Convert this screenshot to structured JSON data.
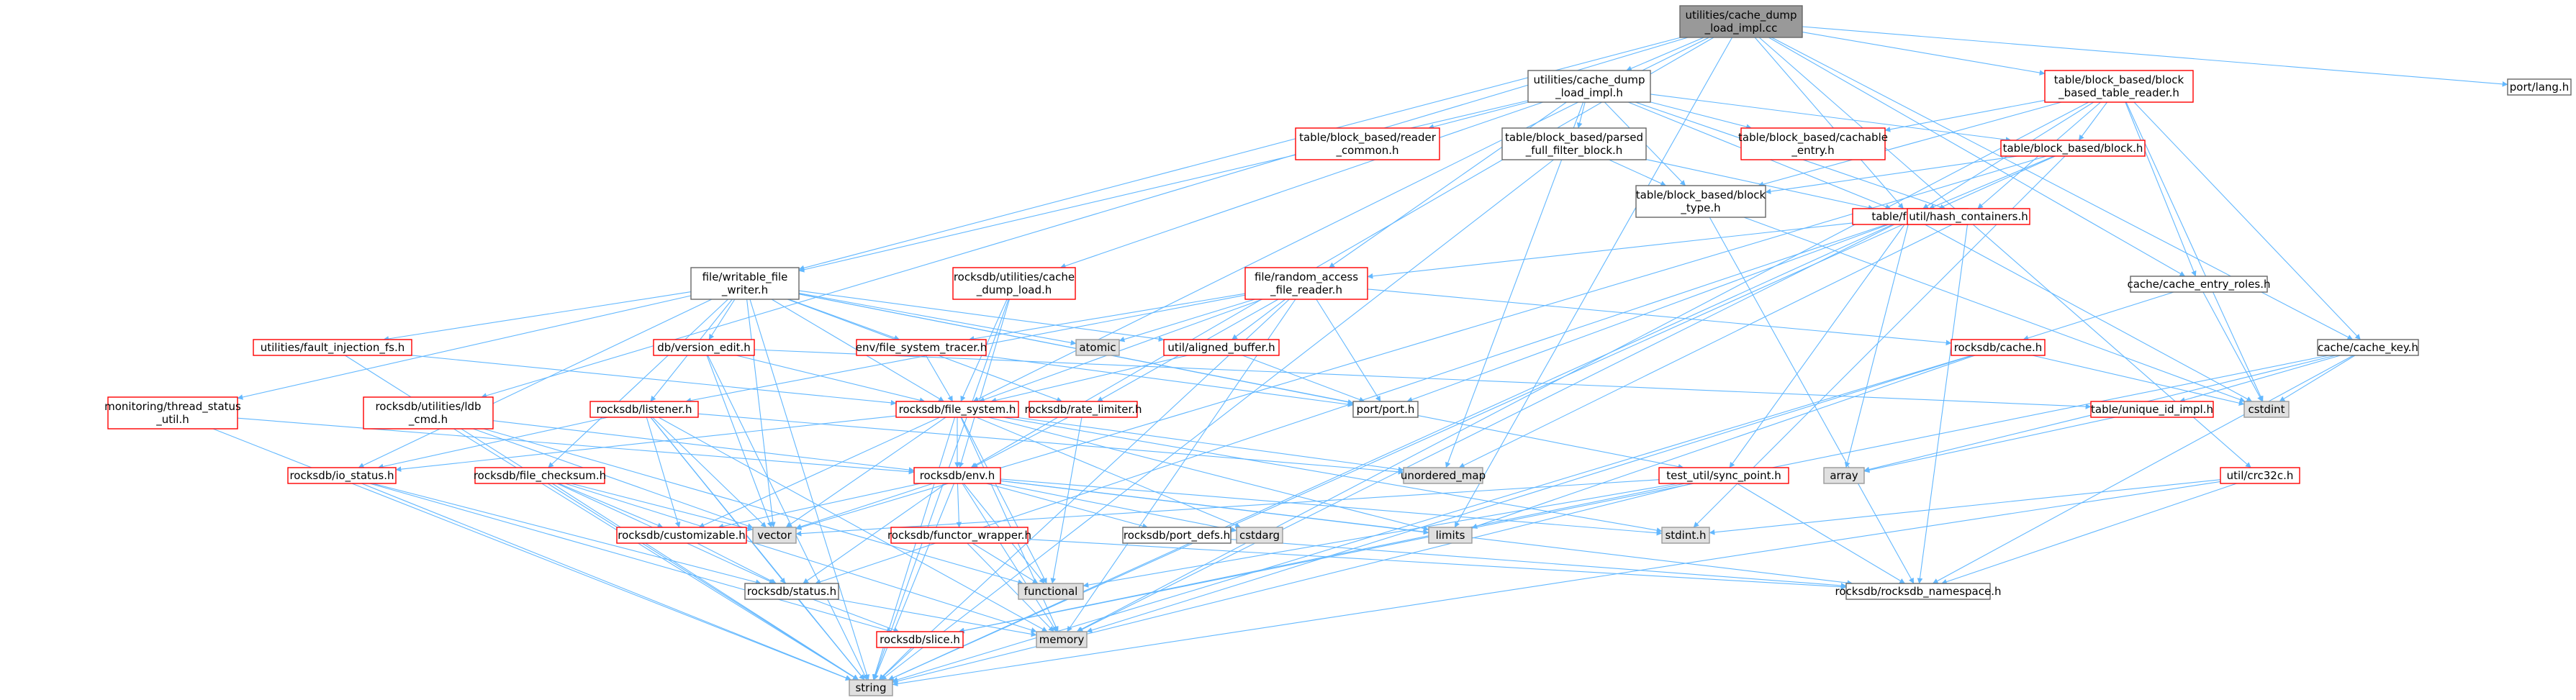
{
  "graph": {
    "root": "utilities/cache_dump_load_impl.cc",
    "colors": {
      "edge": "#63b8ff",
      "root_fill": "#999999",
      "red_border": "#ff0000",
      "gray_border": "#999999",
      "gray_fill": "#e0e0e0",
      "normal_border": "#666666",
      "text_red": "#ff0000",
      "text_default": "#000000"
    },
    "nodes": [
      {
        "id": "root",
        "lines": [
          "utilities/cache_dump",
          "_load_impl.cc"
        ],
        "style": "root"
      },
      {
        "id": "impl_h",
        "lines": [
          "utilities/cache_dump",
          "_load_impl.h"
        ],
        "style": "normal"
      },
      {
        "id": "bbtr",
        "lines": [
          "table/block_based/block",
          "_based_table_reader.h"
        ],
        "style": "red"
      },
      {
        "id": "port_lang",
        "lines": [
          "port/lang.h"
        ],
        "style": "normal"
      },
      {
        "id": "reader_common",
        "lines": [
          "table/block_based/reader",
          "_common.h"
        ],
        "style": "red"
      },
      {
        "id": "parsed_full",
        "lines": [
          "table/block_based/parsed",
          "_full_filter_block.h"
        ],
        "style": "normal"
      },
      {
        "id": "cachable",
        "lines": [
          "table/block_based/cachable",
          "_entry.h"
        ],
        "style": "red"
      },
      {
        "id": "block_h",
        "lines": [
          "table/block_based/block.h"
        ],
        "style": "red"
      },
      {
        "id": "block_type",
        "lines": [
          "table/block_based/block",
          "_type.h"
        ],
        "style": "normal"
      },
      {
        "id": "format",
        "lines": [
          "table/format.h"
        ],
        "style": "red"
      },
      {
        "id": "hash_cont",
        "lines": [
          "util/hash_containers.h"
        ],
        "style": "red"
      },
      {
        "id": "writable",
        "lines": [
          "file/writable_file",
          "_writer.h"
        ],
        "style": "normal"
      },
      {
        "id": "cdl_h",
        "lines": [
          "rocksdb/utilities/cache",
          "_dump_load.h"
        ],
        "style": "red"
      },
      {
        "id": "rafr",
        "lines": [
          "file/random_access",
          "_file_reader.h"
        ],
        "style": "red"
      },
      {
        "id": "cer",
        "lines": [
          "cache/cache_entry_roles.h"
        ],
        "style": "normal"
      },
      {
        "id": "fault",
        "lines": [
          "utilities/fault_injection_fs.h"
        ],
        "style": "red"
      },
      {
        "id": "version_edit",
        "lines": [
          "db/version_edit.h"
        ],
        "style": "red"
      },
      {
        "id": "atomic",
        "lines": [
          "atomic"
        ],
        "style": "gray"
      },
      {
        "id": "fst",
        "lines": [
          "env/file_system_tracer.h"
        ],
        "style": "red"
      },
      {
        "id": "aligned",
        "lines": [
          "util/aligned_buffer.h"
        ],
        "style": "red"
      },
      {
        "id": "cache_h",
        "lines": [
          "rocksdb/cache.h"
        ],
        "style": "red"
      },
      {
        "id": "cache_key",
        "lines": [
          "cache/cache_key.h"
        ],
        "style": "normal"
      },
      {
        "id": "thread_status",
        "lines": [
          "monitoring/thread_status",
          "_util.h"
        ],
        "style": "red"
      },
      {
        "id": "ldb_cmd",
        "lines": [
          "rocksdb/utilities/ldb",
          "_cmd.h"
        ],
        "style": "red"
      },
      {
        "id": "listener",
        "lines": [
          "rocksdb/listener.h"
        ],
        "style": "red"
      },
      {
        "id": "file_system",
        "lines": [
          "rocksdb/file_system.h"
        ],
        "style": "red"
      },
      {
        "id": "rate_limiter",
        "lines": [
          "rocksdb/rate_limiter.h"
        ],
        "style": "red"
      },
      {
        "id": "port_h",
        "lines": [
          "port/port.h"
        ],
        "style": "normal"
      },
      {
        "id": "unique_id",
        "lines": [
          "table/unique_id_impl.h"
        ],
        "style": "red"
      },
      {
        "id": "cstdint",
        "lines": [
          "cstdint"
        ],
        "style": "gray"
      },
      {
        "id": "io_status",
        "lines": [
          "rocksdb/io_status.h"
        ],
        "style": "red"
      },
      {
        "id": "file_checksum",
        "lines": [
          "rocksdb/file_checksum.h"
        ],
        "style": "red"
      },
      {
        "id": "env_h",
        "lines": [
          "rocksdb/env.h"
        ],
        "style": "red"
      },
      {
        "id": "unordered_map",
        "lines": [
          "unordered_map"
        ],
        "style": "gray"
      },
      {
        "id": "sync_point",
        "lines": [
          "test_util/sync_point.h"
        ],
        "style": "red"
      },
      {
        "id": "array",
        "lines": [
          "array"
        ],
        "style": "gray"
      },
      {
        "id": "crc32c",
        "lines": [
          "util/crc32c.h"
        ],
        "style": "red"
      },
      {
        "id": "customizable",
        "lines": [
          "rocksdb/customizable.h"
        ],
        "style": "red"
      },
      {
        "id": "vector",
        "lines": [
          "vector"
        ],
        "style": "gray"
      },
      {
        "id": "functor",
        "lines": [
          "rocksdb/functor_wrapper.h"
        ],
        "style": "red"
      },
      {
        "id": "port_defs",
        "lines": [
          "rocksdb/port_defs.h"
        ],
        "style": "normal"
      },
      {
        "id": "cstdarg",
        "lines": [
          "cstdarg"
        ],
        "style": "gray"
      },
      {
        "id": "limits",
        "lines": [
          "limits"
        ],
        "style": "gray"
      },
      {
        "id": "stdint",
        "lines": [
          "stdint.h"
        ],
        "style": "gray"
      },
      {
        "id": "status",
        "lines": [
          "rocksdb/status.h"
        ],
        "style": "normal"
      },
      {
        "id": "functional",
        "lines": [
          "functional"
        ],
        "style": "gray"
      },
      {
        "id": "namespace",
        "lines": [
          "rocksdb/rocksdb_namespace.h"
        ],
        "style": "normal"
      },
      {
        "id": "memory",
        "lines": [
          "memory"
        ],
        "style": "gray"
      },
      {
        "id": "slice",
        "lines": [
          "rocksdb/slice.h"
        ],
        "style": "red"
      },
      {
        "id": "string",
        "lines": [
          "string"
        ],
        "style": "gray"
      }
    ],
    "edges": [
      [
        "root",
        "impl_h"
      ],
      [
        "root",
        "bbtr"
      ],
      [
        "root",
        "port_lang"
      ],
      [
        "root",
        "writable"
      ],
      [
        "root",
        "format"
      ],
      [
        "root",
        "cer"
      ],
      [
        "root",
        "cache_key"
      ],
      [
        "root",
        "crc32c"
      ],
      [
        "root",
        "ldb_cmd"
      ],
      [
        "root",
        "env_h"
      ],
      [
        "root",
        "file_system"
      ],
      [
        "root",
        "limits"
      ],
      [
        "impl_h",
        "reader_common"
      ],
      [
        "impl_h",
        "parsed_full"
      ],
      [
        "impl_h",
        "cachable"
      ],
      [
        "impl_h",
        "block_h"
      ],
      [
        "impl_h",
        "block_type"
      ],
      [
        "impl_h",
        "hash_cont"
      ],
      [
        "impl_h",
        "writable"
      ],
      [
        "impl_h",
        "cdl_h"
      ],
      [
        "impl_h",
        "rafr"
      ],
      [
        "impl_h",
        "unordered_map"
      ],
      [
        "impl_h",
        "format"
      ],
      [
        "bbtr",
        "cachable"
      ],
      [
        "bbtr",
        "block_h"
      ],
      [
        "bbtr",
        "block_type"
      ],
      [
        "bbtr",
        "format"
      ],
      [
        "bbtr",
        "hash_cont"
      ],
      [
        "bbtr",
        "cer"
      ],
      [
        "bbtr",
        "cache_key"
      ],
      [
        "bbtr",
        "cstdint"
      ],
      [
        "bbtr",
        "memory"
      ],
      [
        "parsed_full",
        "block_type"
      ],
      [
        "parsed_full",
        "format"
      ],
      [
        "parsed_full",
        "string"
      ],
      [
        "block_h",
        "format"
      ],
      [
        "block_h",
        "block_type"
      ],
      [
        "block_h",
        "string"
      ],
      [
        "block_h",
        "stdint"
      ],
      [
        "block_h",
        "vector"
      ],
      [
        "block_type",
        "cstdint"
      ],
      [
        "block_type",
        "namespace"
      ],
      [
        "format",
        "rafr"
      ],
      [
        "format",
        "cstdint"
      ],
      [
        "format",
        "port_h"
      ],
      [
        "format",
        "array"
      ],
      [
        "format",
        "memory"
      ],
      [
        "format",
        "string"
      ],
      [
        "format",
        "status"
      ],
      [
        "format",
        "sync_point"
      ],
      [
        "hash_cont",
        "unordered_map"
      ],
      [
        "hash_cont",
        "namespace"
      ],
      [
        "writable",
        "fault"
      ],
      [
        "writable",
        "version_edit"
      ],
      [
        "writable",
        "atomic"
      ],
      [
        "writable",
        "fst"
      ],
      [
        "writable",
        "aligned"
      ],
      [
        "writable",
        "thread_status"
      ],
      [
        "writable",
        "listener"
      ],
      [
        "writable",
        "file_system"
      ],
      [
        "writable",
        "rate_limiter"
      ],
      [
        "writable",
        "port_h"
      ],
      [
        "writable",
        "io_status"
      ],
      [
        "writable",
        "file_checksum"
      ],
      [
        "writable",
        "sync_point"
      ],
      [
        "writable",
        "string"
      ],
      [
        "writable",
        "vector"
      ],
      [
        "cdl_h",
        "file_system"
      ],
      [
        "cdl_h",
        "env_h"
      ],
      [
        "cdl_h",
        "string"
      ],
      [
        "rafr",
        "atomic"
      ],
      [
        "rafr",
        "fst"
      ],
      [
        "rafr",
        "aligned"
      ],
      [
        "rafr",
        "listener"
      ],
      [
        "rafr",
        "file_system"
      ],
      [
        "rafr",
        "rate_limiter"
      ],
      [
        "rafr",
        "port_h"
      ],
      [
        "rafr",
        "cache_h"
      ],
      [
        "rafr",
        "string"
      ],
      [
        "rafr",
        "memory"
      ],
      [
        "cer",
        "cache_h"
      ],
      [
        "cer",
        "cstdint"
      ],
      [
        "fault",
        "file_system"
      ],
      [
        "fault",
        "string"
      ],
      [
        "version_edit",
        "unique_id"
      ],
      [
        "version_edit",
        "file_system"
      ],
      [
        "version_edit",
        "vector"
      ],
      [
        "version_edit",
        "string"
      ],
      [
        "fst",
        "file_system"
      ],
      [
        "fst",
        "port_h"
      ],
      [
        "aligned",
        "file_system"
      ],
      [
        "aligned",
        "port_h"
      ],
      [
        "cache_h",
        "cstdint"
      ],
      [
        "cache_h",
        "memory"
      ],
      [
        "cache_h",
        "string"
      ],
      [
        "cache_h",
        "limits"
      ],
      [
        "cache_key",
        "cstdint"
      ],
      [
        "cache_key",
        "unique_id"
      ],
      [
        "cache_key",
        "array"
      ],
      [
        "cache_key",
        "namespace"
      ],
      [
        "cache_key",
        "slice"
      ],
      [
        "thread_status",
        "env_h"
      ],
      [
        "thread_status",
        "string"
      ],
      [
        "ldb_cmd",
        "env_h"
      ],
      [
        "ldb_cmd",
        "vector"
      ],
      [
        "ldb_cmd",
        "string"
      ],
      [
        "ldb_cmd",
        "functional"
      ],
      [
        "listener",
        "io_status"
      ],
      [
        "listener",
        "customizable"
      ],
      [
        "listener",
        "status"
      ],
      [
        "listener",
        "memory"
      ],
      [
        "listener",
        "string"
      ],
      [
        "listener",
        "unordered_map"
      ],
      [
        "listener",
        "vector"
      ],
      [
        "file_system",
        "env_h"
      ],
      [
        "file_system",
        "io_status"
      ],
      [
        "file_system",
        "customizable"
      ],
      [
        "file_system",
        "vector"
      ],
      [
        "file_system",
        "unordered_map"
      ],
      [
        "file_system",
        "string"
      ],
      [
        "file_system",
        "stdint"
      ],
      [
        "file_system",
        "limits"
      ],
      [
        "file_system",
        "cstdarg"
      ],
      [
        "file_system",
        "functional"
      ],
      [
        "file_system",
        "memory"
      ],
      [
        "rate_limiter",
        "env_h"
      ],
      [
        "rate_limiter",
        "functional"
      ],
      [
        "unique_id",
        "array"
      ],
      [
        "io_status",
        "status"
      ],
      [
        "io_status",
        "string"
      ],
      [
        "io_status",
        "slice"
      ],
      [
        "file_checksum",
        "customizable"
      ],
      [
        "file_checksum",
        "status"
      ],
      [
        "file_checksum",
        "vector"
      ],
      [
        "file_checksum",
        "string"
      ],
      [
        "file_checksum",
        "memory"
      ],
      [
        "env_h",
        "customizable"
      ],
      [
        "env_h",
        "functor"
      ],
      [
        "env_h",
        "port_defs"
      ],
      [
        "env_h",
        "vector"
      ],
      [
        "env_h",
        "cstdarg"
      ],
      [
        "env_h",
        "limits"
      ],
      [
        "env_h",
        "stdint"
      ],
      [
        "env_h",
        "status"
      ],
      [
        "env_h",
        "functional"
      ],
      [
        "env_h",
        "memory"
      ],
      [
        "env_h",
        "string"
      ],
      [
        "env_h",
        "namespace"
      ],
      [
        "sync_point",
        "vector"
      ],
      [
        "sync_point",
        "functional"
      ],
      [
        "sync_point",
        "namespace"
      ],
      [
        "sync_point",
        "string"
      ],
      [
        "sync_point",
        "slice"
      ],
      [
        "crc32c",
        "stdint"
      ],
      [
        "crc32c",
        "namespace"
      ],
      [
        "crc32c",
        "string"
      ],
      [
        "customizable",
        "status"
      ],
      [
        "functor",
        "functional"
      ],
      [
        "functor",
        "memory"
      ],
      [
        "functor",
        "namespace"
      ],
      [
        "port_defs",
        "namespace"
      ],
      [
        "status",
        "slice"
      ],
      [
        "status",
        "memory"
      ],
      [
        "status",
        "string"
      ],
      [
        "slice",
        "string"
      ]
    ]
  }
}
